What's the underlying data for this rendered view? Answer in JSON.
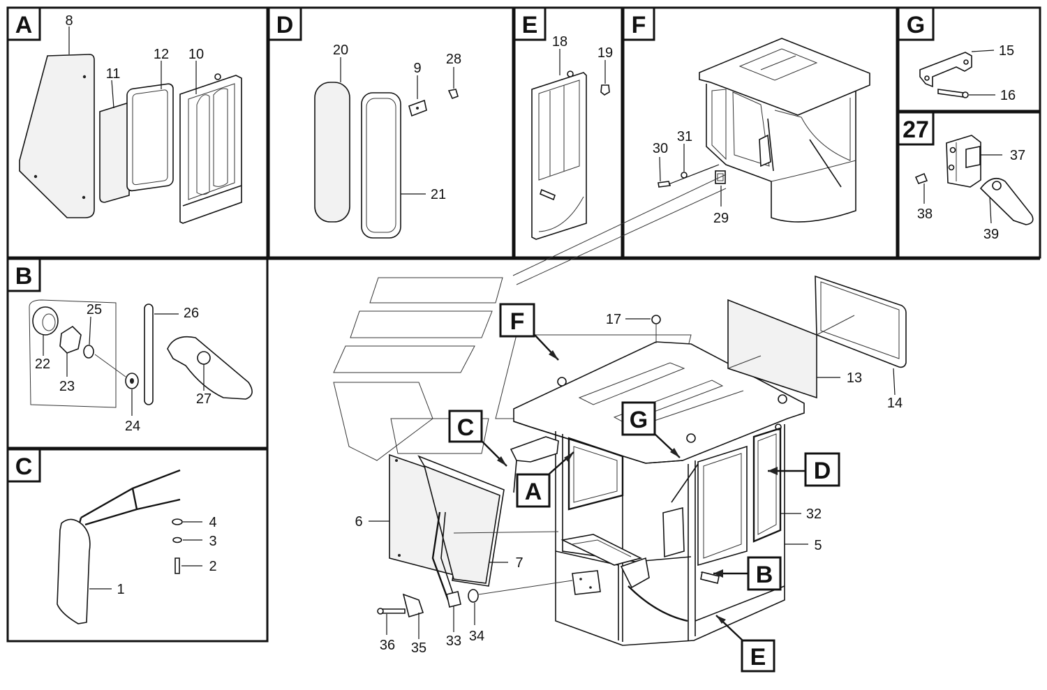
{
  "panels": [
    {
      "id": "A",
      "letter": "A"
    },
    {
      "id": "D",
      "letter": "D"
    },
    {
      "id": "E",
      "letter": "E"
    },
    {
      "id": "F",
      "letter": "F"
    },
    {
      "id": "G",
      "letter": "G"
    },
    {
      "id": "27",
      "letter": "27"
    },
    {
      "id": "B",
      "letter": "B"
    },
    {
      "id": "C",
      "letter": "C"
    }
  ],
  "callouts": {
    "C": "C",
    "F": "F",
    "G": "G",
    "A": "A",
    "D": "D",
    "B": "B",
    "E": "E"
  },
  "labels": {
    "n1": "1",
    "n2": "2",
    "n3": "3",
    "n4": "4",
    "n5": "5",
    "n6": "6",
    "n7": "7",
    "n8": "8",
    "n9": "9",
    "n10": "10",
    "n11": "11",
    "n12": "12",
    "n13": "13",
    "n14": "14",
    "n15": "15",
    "n16": "16",
    "n17": "17",
    "n18": "18",
    "n19": "19",
    "n20": "20",
    "n21": "21",
    "n22": "22",
    "n23": "23",
    "n24": "24",
    "n25": "25",
    "n26": "26",
    "n27": "27",
    "n28": "28",
    "n29": "29",
    "n30": "30",
    "n31": "31",
    "n32": "32",
    "n33": "33",
    "n34": "34",
    "n35": "35",
    "n36": "36",
    "n37": "37",
    "n38": "38",
    "n39": "39"
  }
}
